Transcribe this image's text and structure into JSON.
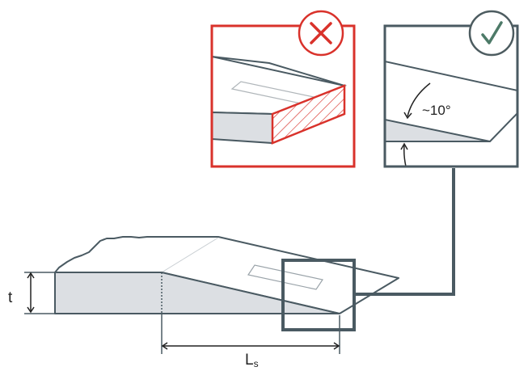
{
  "labels": {
    "thickness": "t",
    "length_main": "L",
    "length_sub": "s",
    "angle": "~10°"
  },
  "colors": {
    "wrong": "#d9322b",
    "right": "#4d5c60",
    "outline": "#4a5a62",
    "face_fill": "#dcdfe3",
    "background": "#ffffff"
  },
  "icons": {
    "wrong": "cross-icon",
    "right": "check-icon"
  }
}
